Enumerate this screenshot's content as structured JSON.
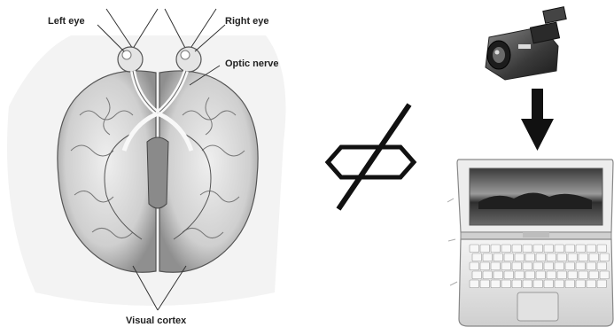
{
  "labels": {
    "left_eye": "Left eye",
    "right_eye": "Right eye",
    "optic_nerve": "Optic nerve",
    "visual_cortex": "Visual cortex"
  },
  "icons": {
    "brain": "brain-illustration",
    "camcorder": "camcorder-illustration",
    "laptop": "laptop-illustration",
    "arrow": "down-arrow-icon",
    "not_equivalent": "crossed-double-arrow-icon"
  },
  "colors": {
    "ink": "#111111",
    "brain_fill": "#d8d8d8",
    "brain_shade": "#9a9a9a",
    "laptop_body": "#e6e6e6",
    "camera_body": "#3a3a3a"
  }
}
